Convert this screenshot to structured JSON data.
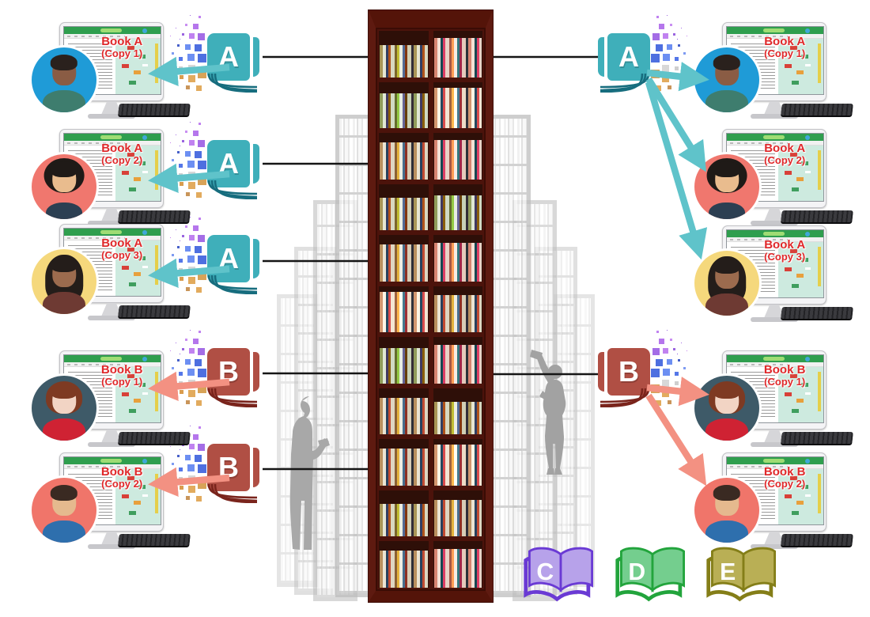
{
  "palette": {
    "book_a_teal": "#3fafba",
    "book_a_dark_teal": "#176d7e",
    "arrow_teal": "#5fc3ca",
    "book_b_red": "#b04f44",
    "book_b_dark_red": "#7a241c",
    "arrow_salmon": "#f39182",
    "book_c_fill": "#b7a2ea",
    "book_c_outline": "#6a3ad4",
    "book_d_fill": "#74ce8e",
    "book_d_outline": "#22a43c",
    "book_e_fill": "#b9af55",
    "book_e_outline": "#847e18",
    "label_red": "#e0282a",
    "browser_green": "#2f9e4e",
    "shelf_wood": "#5e1a10",
    "link_line": "#151515",
    "silhouette_gray": "#a8a8a8",
    "avatar_backgrounds": [
      "#1f9bd7",
      "#f0776e",
      "#f5d87c",
      "#3e5a68",
      "#f0756a"
    ]
  },
  "left_workstations": [
    {
      "title": "Book A",
      "subtitle": "(Copy 1)"
    },
    {
      "title": "Book A",
      "subtitle": "(Copy 2)"
    },
    {
      "title": "Book A",
      "subtitle": "(Copy 3)"
    },
    {
      "title": "Book B",
      "subtitle": "(Copy 1)"
    },
    {
      "title": "Book B",
      "subtitle": "(Copy 2)"
    }
  ],
  "right_workstations": [
    {
      "title": "Book A",
      "subtitle": "(Copy 1)"
    },
    {
      "title": "Book A",
      "subtitle": "(Copy 2)"
    },
    {
      "title": "Book A",
      "subtitle": "(Copy 3)"
    },
    {
      "title": "Book B",
      "subtitle": "(Copy 1)"
    },
    {
      "title": "Book B",
      "subtitle": "(Copy 2)"
    }
  ],
  "left_book_icons": [
    {
      "letter": "A"
    },
    {
      "letter": "A"
    },
    {
      "letter": "A"
    },
    {
      "letter": "B"
    },
    {
      "letter": "B"
    }
  ],
  "right_book_icons": [
    {
      "letter": "A"
    },
    {
      "letter": "B"
    }
  ],
  "unused_book_icons": [
    {
      "letter": "C"
    },
    {
      "letter": "D"
    },
    {
      "letter": "E"
    }
  ]
}
